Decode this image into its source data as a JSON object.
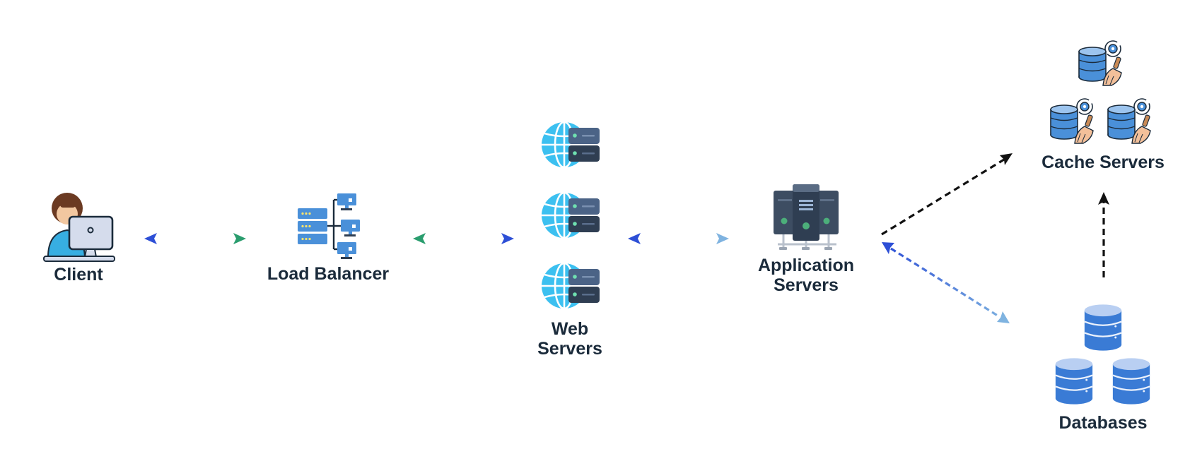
{
  "nodes": {
    "client": {
      "label": "Client"
    },
    "load_balancer": {
      "label": "Load Balancer"
    },
    "web_servers": {
      "label_line1": "Web",
      "label_line2": "Servers"
    },
    "app_servers": {
      "label_line1": "Application",
      "label_line2": "Servers"
    },
    "cache_servers": {
      "label": "Cache Servers"
    },
    "databases": {
      "label": "Databases"
    }
  },
  "icons": {
    "client": "user-at-computer-icon",
    "load_balancer": "load-balancer-icon",
    "web_server": "globe-server-icon",
    "app_server": "server-rack-icon",
    "cache_server": "database-cleanup-icon",
    "database": "database-cylinder-icon"
  },
  "colors": {
    "text": "#1b2b3b",
    "blue": "#2d4fd6",
    "green": "#2a9d6e",
    "light_blue": "#7fb3e0",
    "black": "#111111",
    "db_blue": "#3a7bd5",
    "cache_blue": "#4a90d9",
    "globe": "#3cc0f0",
    "server_dark": "#2f3e52"
  }
}
